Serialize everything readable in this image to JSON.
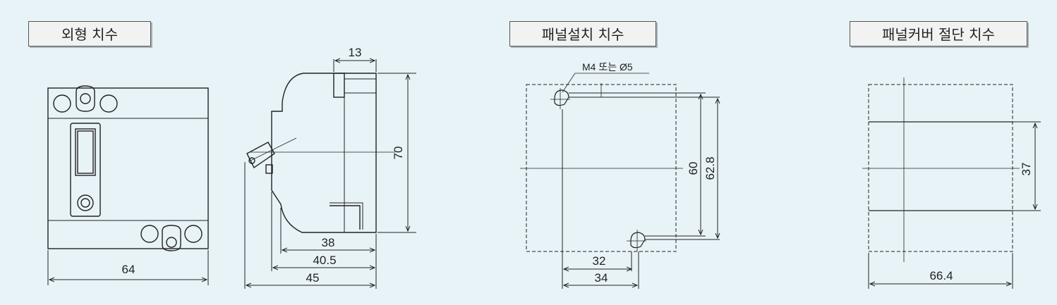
{
  "titles": {
    "outline": "외형 치수",
    "panel_mount": "패널설치 치수",
    "panel_cover_cut": "패널커버 절단 치수"
  },
  "dimensions": {
    "front_width": "64",
    "side_top": "13",
    "side_height": "70",
    "side_depth_38": "38",
    "side_depth_40_5": "40.5",
    "side_depth_45": "45",
    "hole_note": "M4 또는 Ø5",
    "mount_60": "60",
    "mount_62_8": "62.8",
    "mount_32": "32",
    "mount_34": "34",
    "cut_height": "37",
    "cut_width": "66.4"
  },
  "colors": {
    "background": "#e8f3f8",
    "line": "#222222"
  }
}
